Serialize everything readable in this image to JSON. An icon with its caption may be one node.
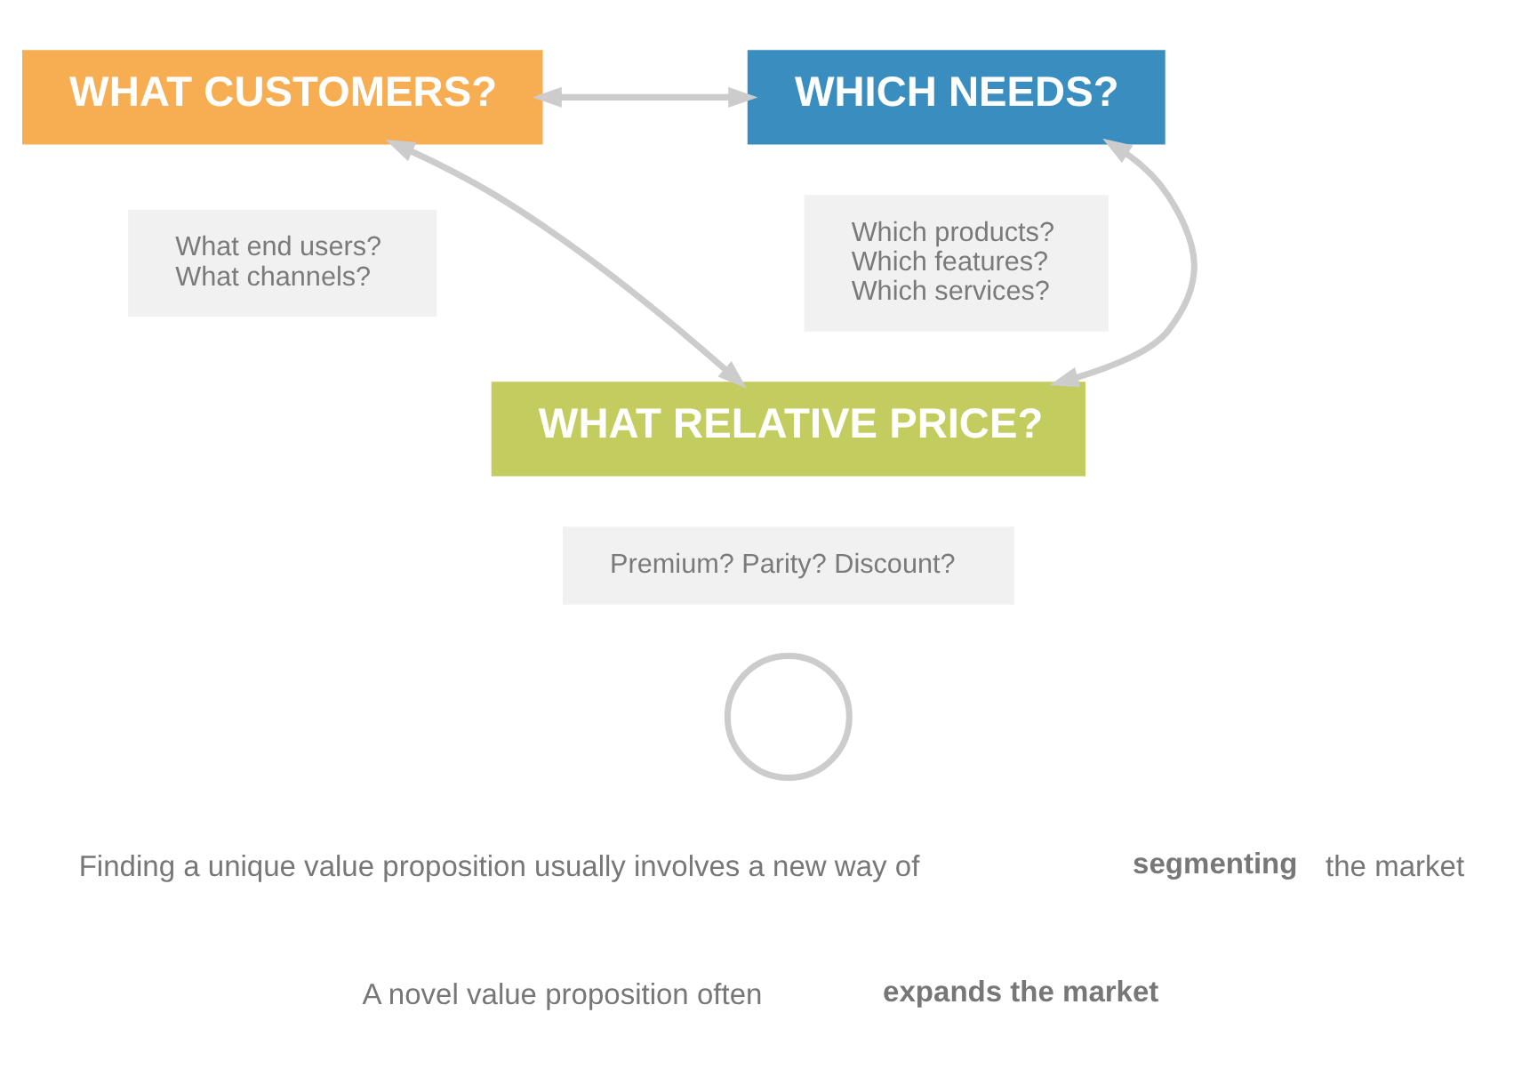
{
  "diagram": {
    "nodes": [
      {
        "text": [
          "WHAT CUSTOMERS?"
        ]
      },
      {
        "text": [
          "What end users?",
          "What channels?"
        ]
      },
      {
        "text": [
          "WHICH NEEDS?"
        ]
      },
      {
        "text": [
          "Which products?",
          "Which features?",
          "Which services?"
        ]
      },
      {
        "text": [
          "WHAT RELATIVE PRICE?"
        ]
      },
      {
        "text": [
          "Premium? Parity? Discount?"
        ]
      },
      {
        "text": [],
        "shape": "circle"
      }
    ],
    "edges": [
      {
        "from": 0,
        "to": 2,
        "arrow": "both"
      },
      {
        "from": 0,
        "to": 4,
        "arrow": "both"
      },
      {
        "from": 2,
        "to": 4,
        "arrow": "both"
      }
    ],
    "labels": [
      "Finding a unique value proposition usually involves a new way of **segmenting** the market",
      "A novel value proposition often **expands the market**"
    ]
  }
}
